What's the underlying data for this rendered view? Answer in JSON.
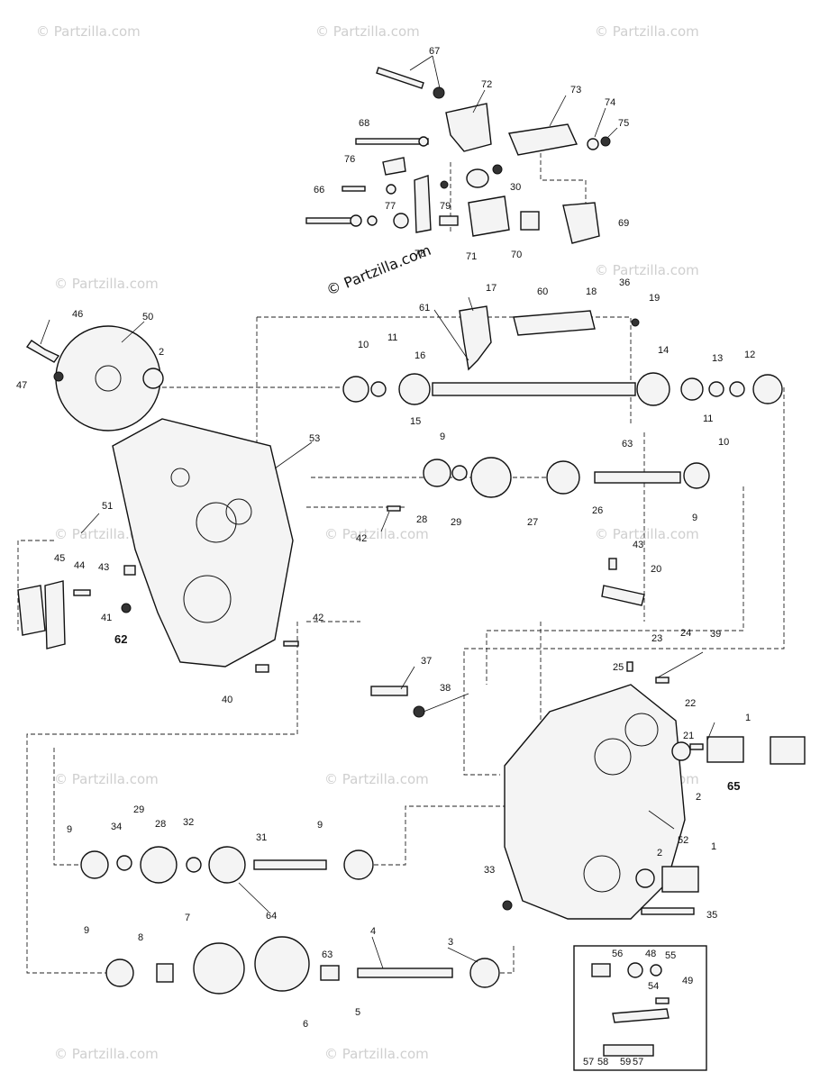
{
  "watermark": {
    "corner_text": "© Partzilla.com",
    "center_text": "© Partzilla.com"
  },
  "callouts": {
    "c67": "67",
    "c72": "72",
    "c73": "73",
    "c74": "74",
    "c75": "75",
    "c68": "68",
    "c76": "76",
    "c30": "30",
    "c66": "66",
    "c77": "77",
    "c79": "79",
    "c78": "78",
    "c69": "69",
    "c70": "70",
    "c71": "71",
    "c46": "46",
    "c50": "50",
    "c2a": "2",
    "c47": "47",
    "c17": "17",
    "c61": "61",
    "c60": "60",
    "c18": "18",
    "c36": "36",
    "c19": "19",
    "c10a": "10",
    "c11a": "11",
    "c16": "16",
    "c14": "14",
    "c13": "13",
    "c12": "12",
    "c15": "15",
    "c11b": "11",
    "c10b": "10",
    "c63a": "63",
    "c53": "53",
    "c9a": "9",
    "c28a": "28",
    "c29a": "29",
    "c27": "27",
    "c26": "26",
    "c9b": "9",
    "c51": "51",
    "c42a": "42",
    "c43a": "43",
    "c20": "20",
    "c45": "45",
    "c44": "44",
    "c43b": "43",
    "c41": "41",
    "c62": "62",
    "c42b": "42",
    "c40": "40",
    "c37": "37",
    "c38": "38",
    "c23": "23",
    "c24": "24",
    "c39": "39",
    "c25": "25",
    "c22": "22",
    "c1a": "1",
    "c21": "21",
    "c2b": "2",
    "c65": "65",
    "c52": "52",
    "c2c": "2",
    "c1b": "1",
    "c33": "33",
    "c35": "35",
    "c9c": "9",
    "c34": "34",
    "c29b": "29",
    "c28b": "28",
    "c32": "32",
    "c31": "31",
    "c9d": "9",
    "c64": "64",
    "c9e": "9",
    "c8": "8",
    "c7": "7",
    "c6": "6",
    "c63b": "63",
    "c4": "4",
    "c3": "3",
    "c5": "5",
    "c56": "56",
    "c48": "48",
    "c55": "55",
    "c49": "49",
    "c54": "54",
    "c57a": "57",
    "c58": "58",
    "c59": "59",
    "c57b": "57"
  }
}
